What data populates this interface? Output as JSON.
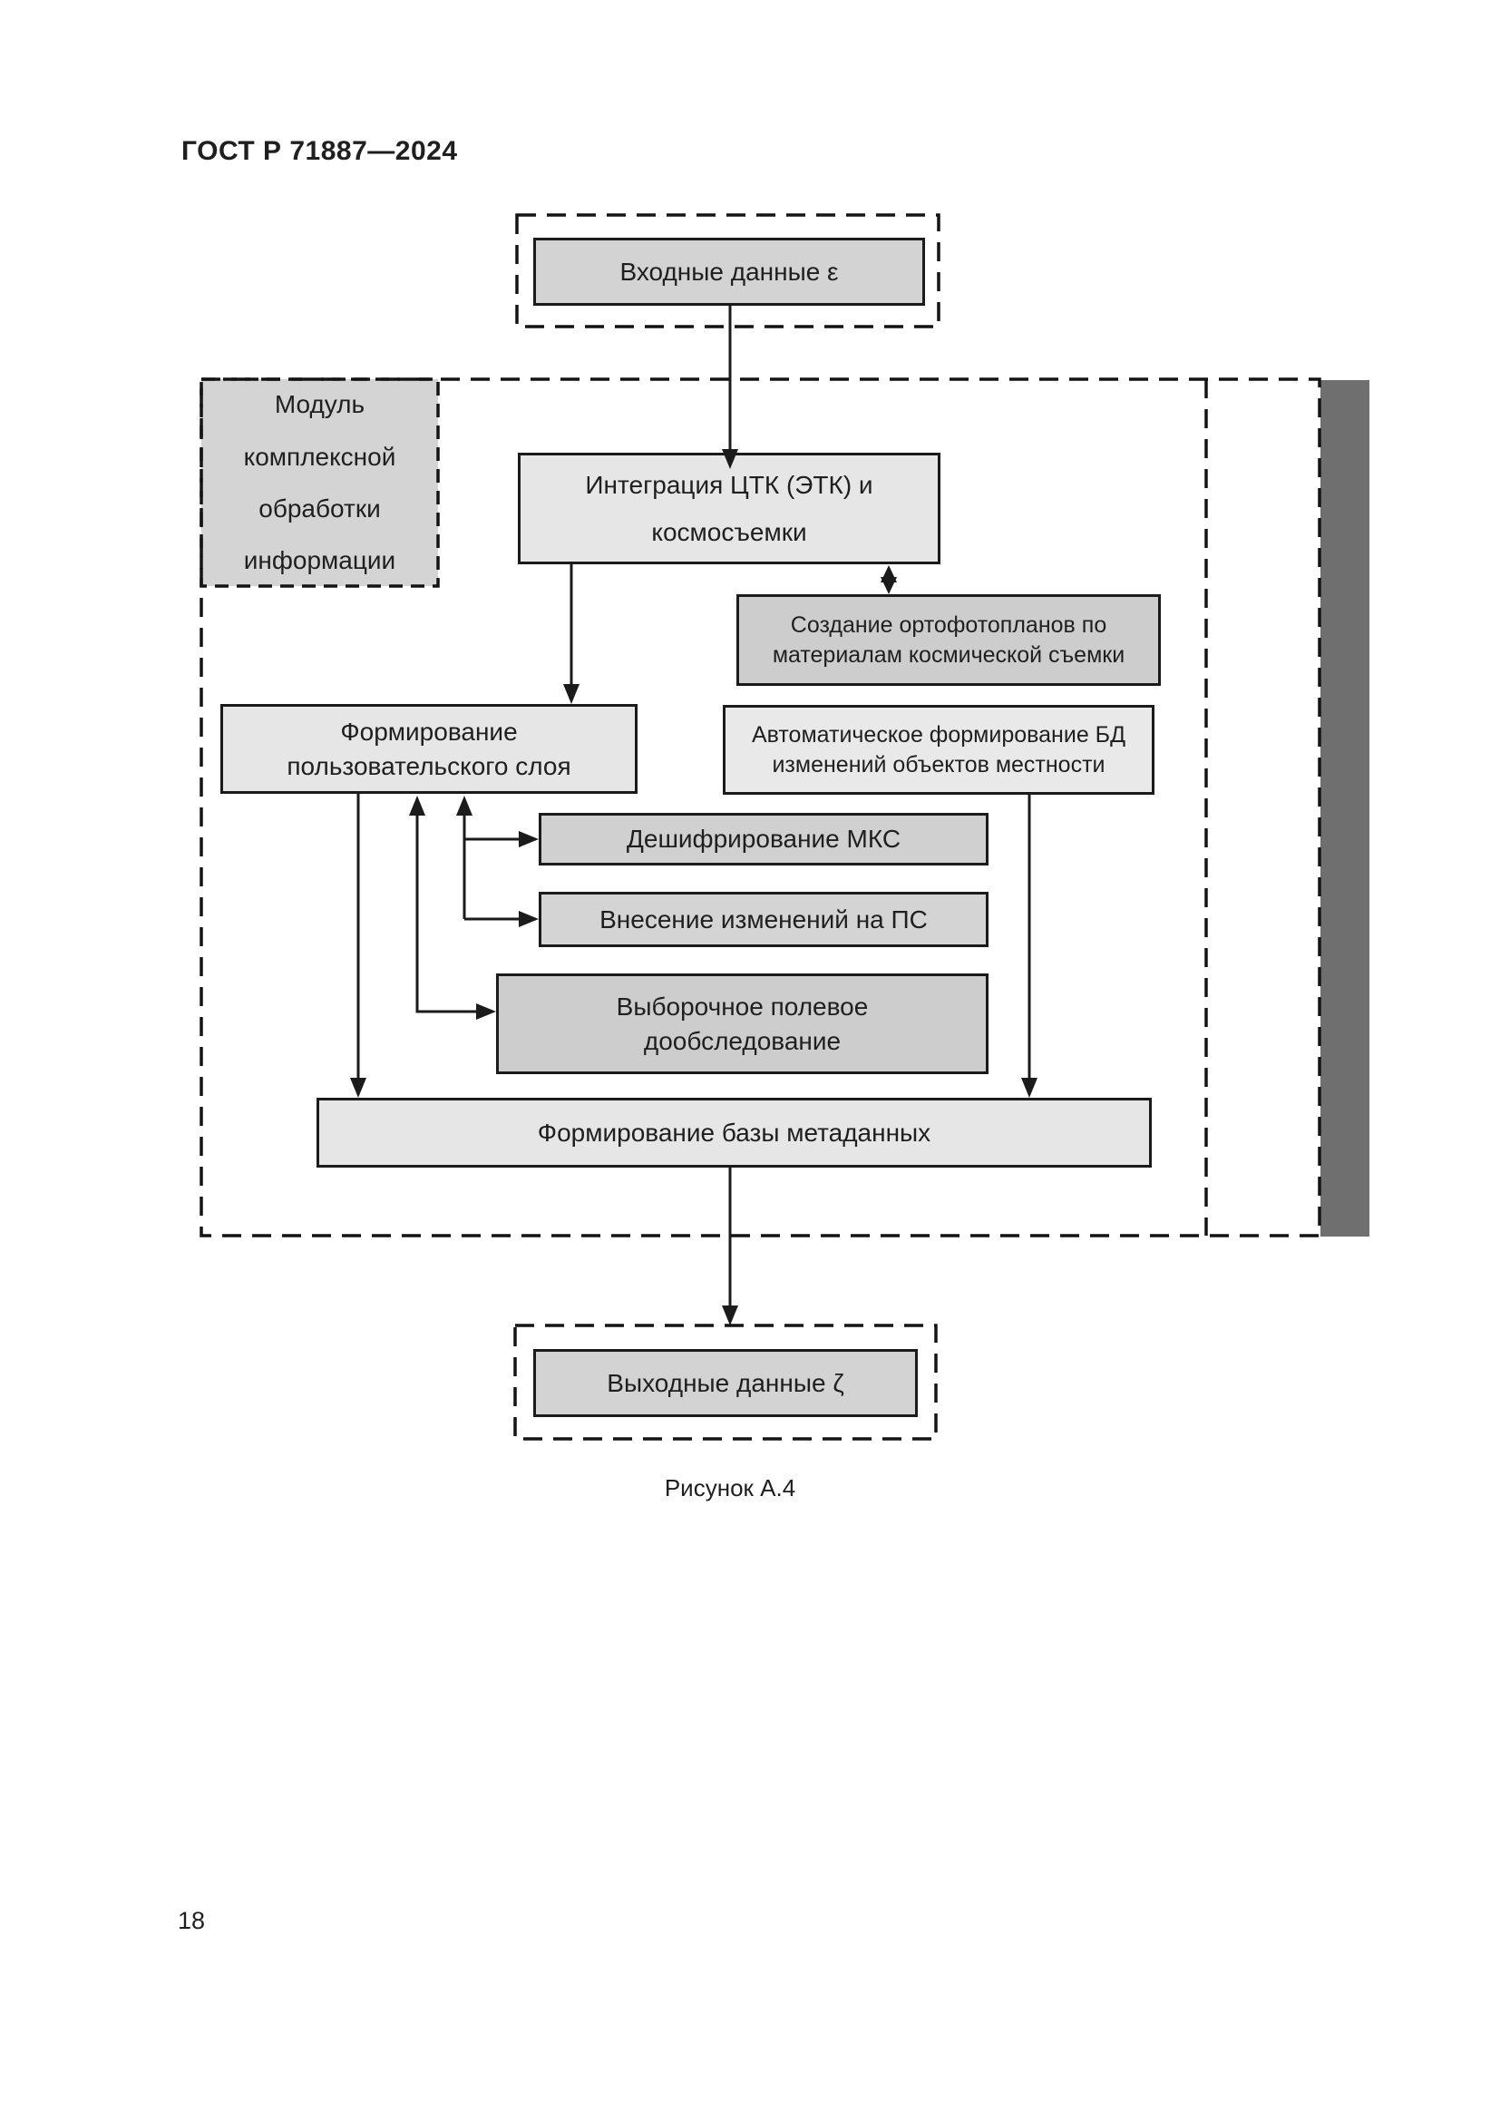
{
  "page": {
    "header": "ГОСТ Р 71887—2024",
    "page_number": "18",
    "figure_caption": "Рисунок А.4"
  },
  "diagram": {
    "module_label": "Модуль\nкомплексной\nобработки\nинформации",
    "nodes": {
      "input": "Входные данные ε",
      "integration": "Интеграция ЦТК (ЭТК) и\nкосмосъемки",
      "orthophoto": "Создание ортофотопланов по\nматериалам космической съемки",
      "user_layer": "Формирование\nпользовательского слоя",
      "auto_db": "Автоматическое формирование БД\nизменений объектов местности",
      "decryption": "Дешифрирование МКС",
      "changes_ps": "Внесение изменений на ПС",
      "field_survey": "Выборочное полевое\nдообследование",
      "metadata_base": "Формирование базы метаданных",
      "output": "Выходные данные ζ"
    },
    "colors": {
      "box_fill_light": "#e6e6e6",
      "box_fill_medium": "#d3d3d3",
      "box_fill_dark": "#cdcdcd",
      "border": "#1b1b1b",
      "side_bar": "#6f6f6f"
    }
  }
}
